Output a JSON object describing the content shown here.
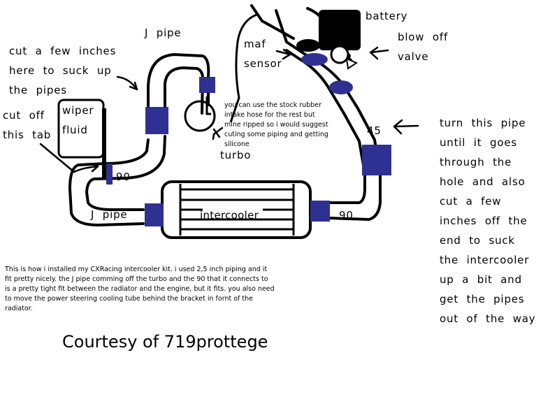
{
  "colors": {
    "pipe": "#000000",
    "coupler": "#2e3192",
    "background": "#ffffff"
  },
  "labels": {
    "j_pipe_top": "J  pipe",
    "j_pipe_bottom": "J  pipe",
    "battery": "battery",
    "maf_sensor": [
      "maf",
      "sensor"
    ],
    "blow_off_valve": [
      "blow  off",
      "valve"
    ],
    "cut_pipes": [
      "cut  a  few  inches",
      "here  to  suck  up",
      "the  pipes"
    ],
    "cut_tab": [
      "cut  off",
      "this  tab"
    ],
    "wiper_fluid": [
      "wiper",
      "fluid"
    ],
    "turbo": "turbo",
    "intercooler": "intercooler",
    "angle_90_left": "90",
    "angle_90_right": "90",
    "angle_45": "45",
    "intake_note": [
      "you  can  use  the  stock  rubber",
      "intake  hose  for  the  rest  but",
      "mine  ripped  so  i  would  suggest",
      "cuting  some  piping  and  getting",
      "silicone"
    ],
    "turn_pipe": [
      "turn  this  pipe",
      "until  it  goes",
      "through  the",
      "hole  and  also",
      "cut  a  few",
      "inches  off  the",
      "end  to  suck",
      "the  intercooler",
      "up  a  bit  and",
      "get  the  pipes",
      "out  of  the  way"
    ],
    "install_note": [
      "This  is  how  i  installed  my  CXRacing  intercooler  kit.  i  used  2,5  inch  piping  and  it",
      "fit  pretty  nicely.  the  J  pipe  comming  off  the  turbo  and  the  90  that  it  connects  to",
      "is  a  pretty  tight  fit  between  the  radiator  and  the  engine,  but  it  fits.  you  also  need",
      "to  move  the  power  steering  cooling  tube  behind  the  bracket  in  fornt  of  the",
      "radiator."
    ],
    "courtesy": "Courtesy of 719prottege"
  }
}
